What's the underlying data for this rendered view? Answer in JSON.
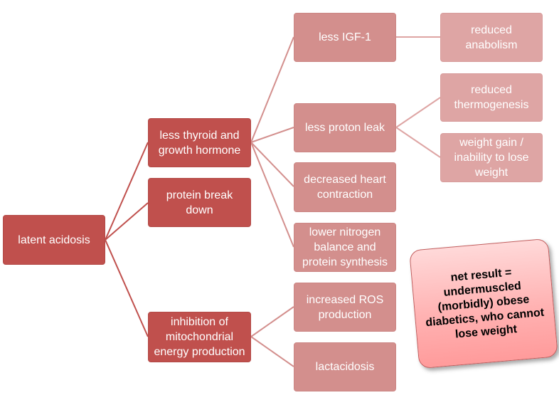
{
  "root": {
    "label": "latent acidosis"
  },
  "causes": [
    {
      "label": "less thyroid and growth hormone"
    },
    {
      "label": "protein break down"
    },
    {
      "label": "inhibition of mitochondrial energy production"
    }
  ],
  "effects": [
    {
      "label": "less IGF-1"
    },
    {
      "label": "less proton leak"
    },
    {
      "label": "decreased heart contraction"
    },
    {
      "label": "lower nitrogen balance and protein synthesis"
    },
    {
      "label": "increased ROS production"
    },
    {
      "label": "lactacidosis"
    }
  ],
  "outcomes": [
    {
      "label": "reduced anabolism"
    },
    {
      "label": "reduced thermogenesis"
    },
    {
      "label": "weight gain / inability to lose weight"
    }
  ],
  "callout": {
    "text": "net result = undermuscled (morbidly) obese diabetics, who cannot lose weight"
  },
  "colors": {
    "level1": "#c0504d",
    "level3": "#d38f8d",
    "level4": "#dea5a4",
    "connector_dark": "#c0504d",
    "connector_light": "#d79391",
    "callout": "#ffb3b3"
  }
}
